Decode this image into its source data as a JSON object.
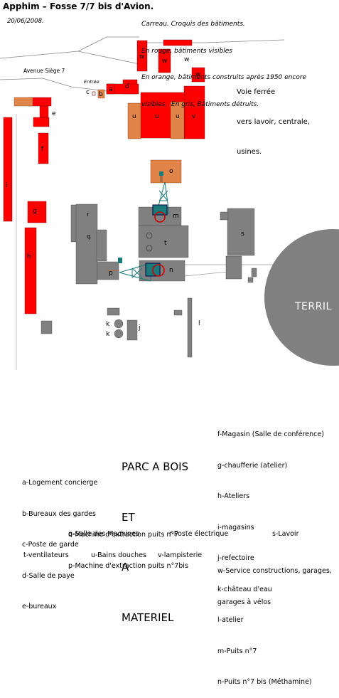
{
  "title": "Apphim – Fosse 7/7 bis d'Avion.",
  "date": "20/06/2008.",
  "legend_top": [
    "Carreau. Croquis des bâtiments.",
    "En rouge, bâtiments visibles",
    "En orange, bâtiments construits après 1950 encore",
    "visibles.  En gris, Bâtiments détruits."
  ],
  "rail_text": [
    "Voie ferrée",
    "vers lavoir, centrale,",
    "usines."
  ],
  "street": "Avenue Siège 7",
  "entrance": "Entrée",
  "spoil_tip": "TERRIL",
  "yard": [
    "PARC A BOIS",
    "ET",
    "A",
    "MATERIEL"
  ],
  "legend_left": [
    "a-Logement concierge",
    "b-Bureaux des gardes",
    "c-Poste de garde",
    "d-Salle de paye",
    "e-bureaux"
  ],
  "legend_right": [
    "f-Magasin (Salle de conférence)",
    "g-chaufferie (atelier)",
    "h-Ateliers",
    "i-magasins",
    "j-refectoire",
    "k-château d'eau",
    "l-atelier",
    "m-Puits n°7",
    "n-Puits n°7 bis (Méthamine)"
  ],
  "legend_mid": [
    "o-Machine d'extraction puits n°7",
    "p-Machine d'extraction puits n°7bis"
  ],
  "legend_row_q": "q-Salle des Machines",
  "legend_row_r": "r-Poste électrique",
  "legend_row_s": "s-Lavoir",
  "legend_row_t": "t-ventilateurs",
  "legend_row_u": "u-Bains douches",
  "legend_row_v": "v-lampisterie",
  "legend_row_w": [
    "w-Service constructions, garages,",
    "garages à vélos"
  ],
  "labels": {
    "a": "a",
    "b": "b",
    "c": "c",
    "d": "d",
    "e": "e",
    "f": "f",
    "g": "g",
    "h": "h",
    "i": "i",
    "j": "j",
    "k": "k",
    "l": "l",
    "m": "m",
    "n": "n",
    "o": "o",
    "p": "p",
    "q": "q",
    "r": "r",
    "s": "s",
    "t": "t",
    "u": "u",
    "v": "v",
    "w": "w"
  },
  "colors": {
    "visible": "#ff0000",
    "post1950": "#e0844a",
    "destroyed": "#808080",
    "terril": "#808080",
    "headframe": "#1a7a7a"
  }
}
